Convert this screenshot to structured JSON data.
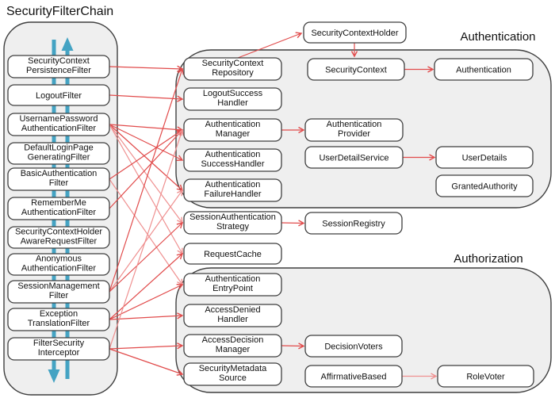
{
  "diagram": {
    "title": "SecurityFilterChain",
    "sections": {
      "authentication_label": "Authentication",
      "authorization_label": "Authorization"
    },
    "colors": {
      "flow_arrow": "#44A3C3",
      "edge_dark": "#E14B4B",
      "edge_light": "#EF9090",
      "container_fill": "#EFEFEF",
      "box_border": "#3F3F3F"
    },
    "nodes": [
      {
        "id": "scpf",
        "group": "filter-chain",
        "lines": [
          "SecurityContext",
          "PersistenceFilter"
        ]
      },
      {
        "id": "logout",
        "group": "filter-chain",
        "lines": [
          "LogoutFilter"
        ]
      },
      {
        "id": "upaf",
        "group": "filter-chain",
        "lines": [
          "UsernamePassword",
          "AuthenticationFilter"
        ]
      },
      {
        "id": "dlpgf",
        "group": "filter-chain",
        "lines": [
          "DefaultLoginPage",
          "GeneratingFilter"
        ]
      },
      {
        "id": "baf",
        "group": "filter-chain",
        "lines": [
          "BasicAuthentication",
          "Filter"
        ]
      },
      {
        "id": "rmaf",
        "group": "filter-chain",
        "lines": [
          "RememberMe",
          "AuthenticationFilter"
        ]
      },
      {
        "id": "scharf",
        "group": "filter-chain",
        "lines": [
          "SecurityContextHolder",
          "AwareRequestFilter"
        ]
      },
      {
        "id": "anon",
        "group": "filter-chain",
        "lines": [
          "Anonymous",
          "AuthenticationFilter"
        ]
      },
      {
        "id": "smf",
        "group": "filter-chain",
        "lines": [
          "SessionManagement",
          "Filter"
        ]
      },
      {
        "id": "etf",
        "group": "filter-chain",
        "lines": [
          "Exception",
          "TranslationFilter"
        ]
      },
      {
        "id": "fsi",
        "group": "filter-chain",
        "lines": [
          "FilterSecurity",
          "Interceptor"
        ]
      },
      {
        "id": "sch",
        "group": "free",
        "lines": [
          "SecurityContextHolder"
        ]
      },
      {
        "id": "scr",
        "group": "authentication",
        "lines": [
          "SecurityContext",
          "Repository"
        ]
      },
      {
        "id": "sc",
        "group": "authentication",
        "lines": [
          "SecurityContext"
        ]
      },
      {
        "id": "auth",
        "group": "authentication",
        "lines": [
          "Authentication"
        ]
      },
      {
        "id": "lsh",
        "group": "authentication",
        "lines": [
          "LogoutSuccess",
          "Handler"
        ]
      },
      {
        "id": "am",
        "group": "authentication",
        "lines": [
          "Authentication",
          "Manager"
        ]
      },
      {
        "id": "ap",
        "group": "authentication",
        "lines": [
          "Authentication",
          "Provider"
        ]
      },
      {
        "id": "ash",
        "group": "authentication",
        "lines": [
          "Authentication",
          "SuccessHandler"
        ]
      },
      {
        "id": "uds",
        "group": "authentication",
        "lines": [
          "UserDetailService"
        ]
      },
      {
        "id": "ud",
        "group": "authentication",
        "lines": [
          "UserDetails"
        ]
      },
      {
        "id": "afh",
        "group": "authentication",
        "lines": [
          "Authentication",
          "FailureHandler"
        ]
      },
      {
        "id": "ga",
        "group": "authentication",
        "lines": [
          "GrantedAuthority"
        ]
      },
      {
        "id": "sas",
        "group": "free",
        "lines": [
          "SessionAuthentication",
          "Strategy"
        ]
      },
      {
        "id": "sreg",
        "group": "free",
        "lines": [
          "SessionRegistry"
        ]
      },
      {
        "id": "rc",
        "group": "free",
        "lines": [
          "RequestCache"
        ]
      },
      {
        "id": "aep",
        "group": "authorization",
        "lines": [
          "Authentication",
          "EntryPoint"
        ]
      },
      {
        "id": "adh",
        "group": "authorization",
        "lines": [
          "AccessDenied",
          "Handler"
        ]
      },
      {
        "id": "adm",
        "group": "authorization",
        "lines": [
          "AccessDecision",
          "Manager"
        ]
      },
      {
        "id": "dv",
        "group": "authorization",
        "lines": [
          "DecisionVoters"
        ]
      },
      {
        "id": "sms",
        "group": "authorization",
        "lines": [
          "SecurityMetadata",
          "Source"
        ]
      },
      {
        "id": "ab",
        "group": "authorization",
        "lines": [
          "AffirmativeBased"
        ]
      },
      {
        "id": "rv",
        "group": "authorization",
        "lines": [
          "RoleVoter"
        ]
      }
    ],
    "edges": [
      {
        "from": "scpf",
        "to": "scr",
        "tone": "dark"
      },
      {
        "from": "logout",
        "to": "lsh",
        "tone": "dark"
      },
      {
        "from": "upaf",
        "to": "am",
        "tone": "dark"
      },
      {
        "from": "upaf",
        "to": "ash",
        "tone": "dark"
      },
      {
        "from": "upaf",
        "to": "afh",
        "tone": "dark"
      },
      {
        "from": "upaf",
        "to": "sas",
        "tone": "light"
      },
      {
        "from": "upaf",
        "to": "rc",
        "tone": "light"
      },
      {
        "from": "baf",
        "to": "am",
        "tone": "dark"
      },
      {
        "from": "baf",
        "to": "aep",
        "tone": "light"
      },
      {
        "from": "rmaf",
        "to": "am",
        "tone": "dark"
      },
      {
        "from": "smf",
        "to": "scr",
        "tone": "dark"
      },
      {
        "from": "smf",
        "to": "afh",
        "tone": "light"
      },
      {
        "from": "smf",
        "to": "sas",
        "tone": "dark"
      },
      {
        "from": "etf",
        "to": "rc",
        "tone": "dark"
      },
      {
        "from": "etf",
        "to": "aep",
        "tone": "dark"
      },
      {
        "from": "etf",
        "to": "adh",
        "tone": "dark"
      },
      {
        "from": "fsi",
        "to": "am",
        "tone": "light"
      },
      {
        "from": "fsi",
        "to": "adm",
        "tone": "dark"
      },
      {
        "from": "fsi",
        "to": "sms",
        "tone": "dark"
      },
      {
        "from": "scr",
        "to": "sch",
        "tone": "dark"
      },
      {
        "from": "sch",
        "to": "sc",
        "tone": "dark"
      },
      {
        "from": "sc",
        "to": "auth",
        "tone": "dark"
      },
      {
        "from": "am",
        "to": "ap",
        "tone": "dark"
      },
      {
        "from": "uds",
        "to": "ud",
        "tone": "dark"
      },
      {
        "from": "sas",
        "to": "sreg",
        "tone": "dark"
      },
      {
        "from": "adm",
        "to": "dv",
        "tone": "dark"
      },
      {
        "from": "ab",
        "to": "rv",
        "tone": "light"
      }
    ]
  }
}
